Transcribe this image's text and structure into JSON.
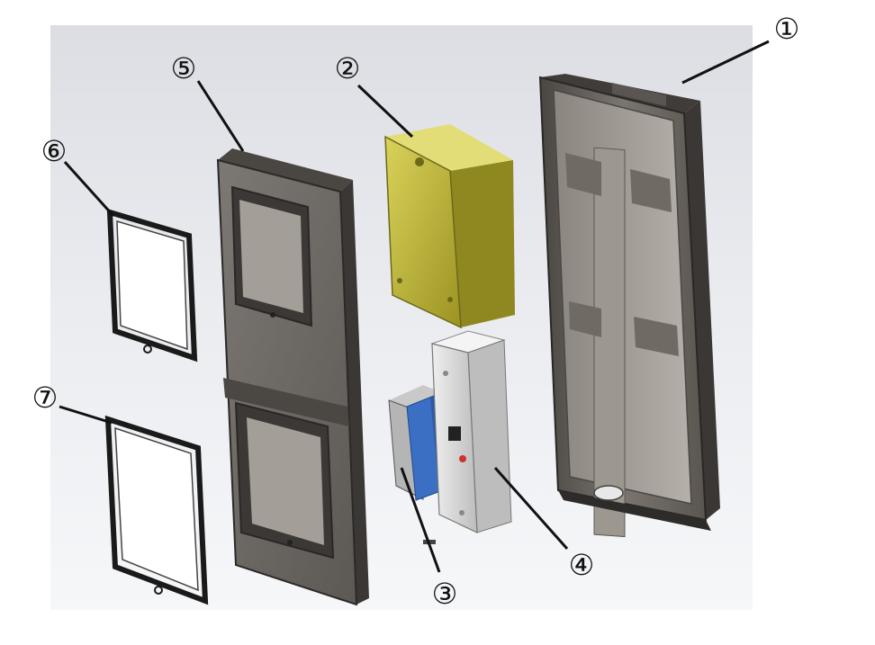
{
  "callouts": {
    "c1": "①",
    "c2": "②",
    "c3": "③",
    "c4": "④",
    "c5": "⑤",
    "c6": "⑥",
    "c7": "⑦"
  },
  "colors": {
    "housing": "#6b6762",
    "housing_dark": "#3f3c39",
    "cover_yellow": "#c9c23a",
    "module_blue": "#3a6fc4",
    "module_grey": "#d9d9d9",
    "frame_black": "#1a1a1a"
  }
}
